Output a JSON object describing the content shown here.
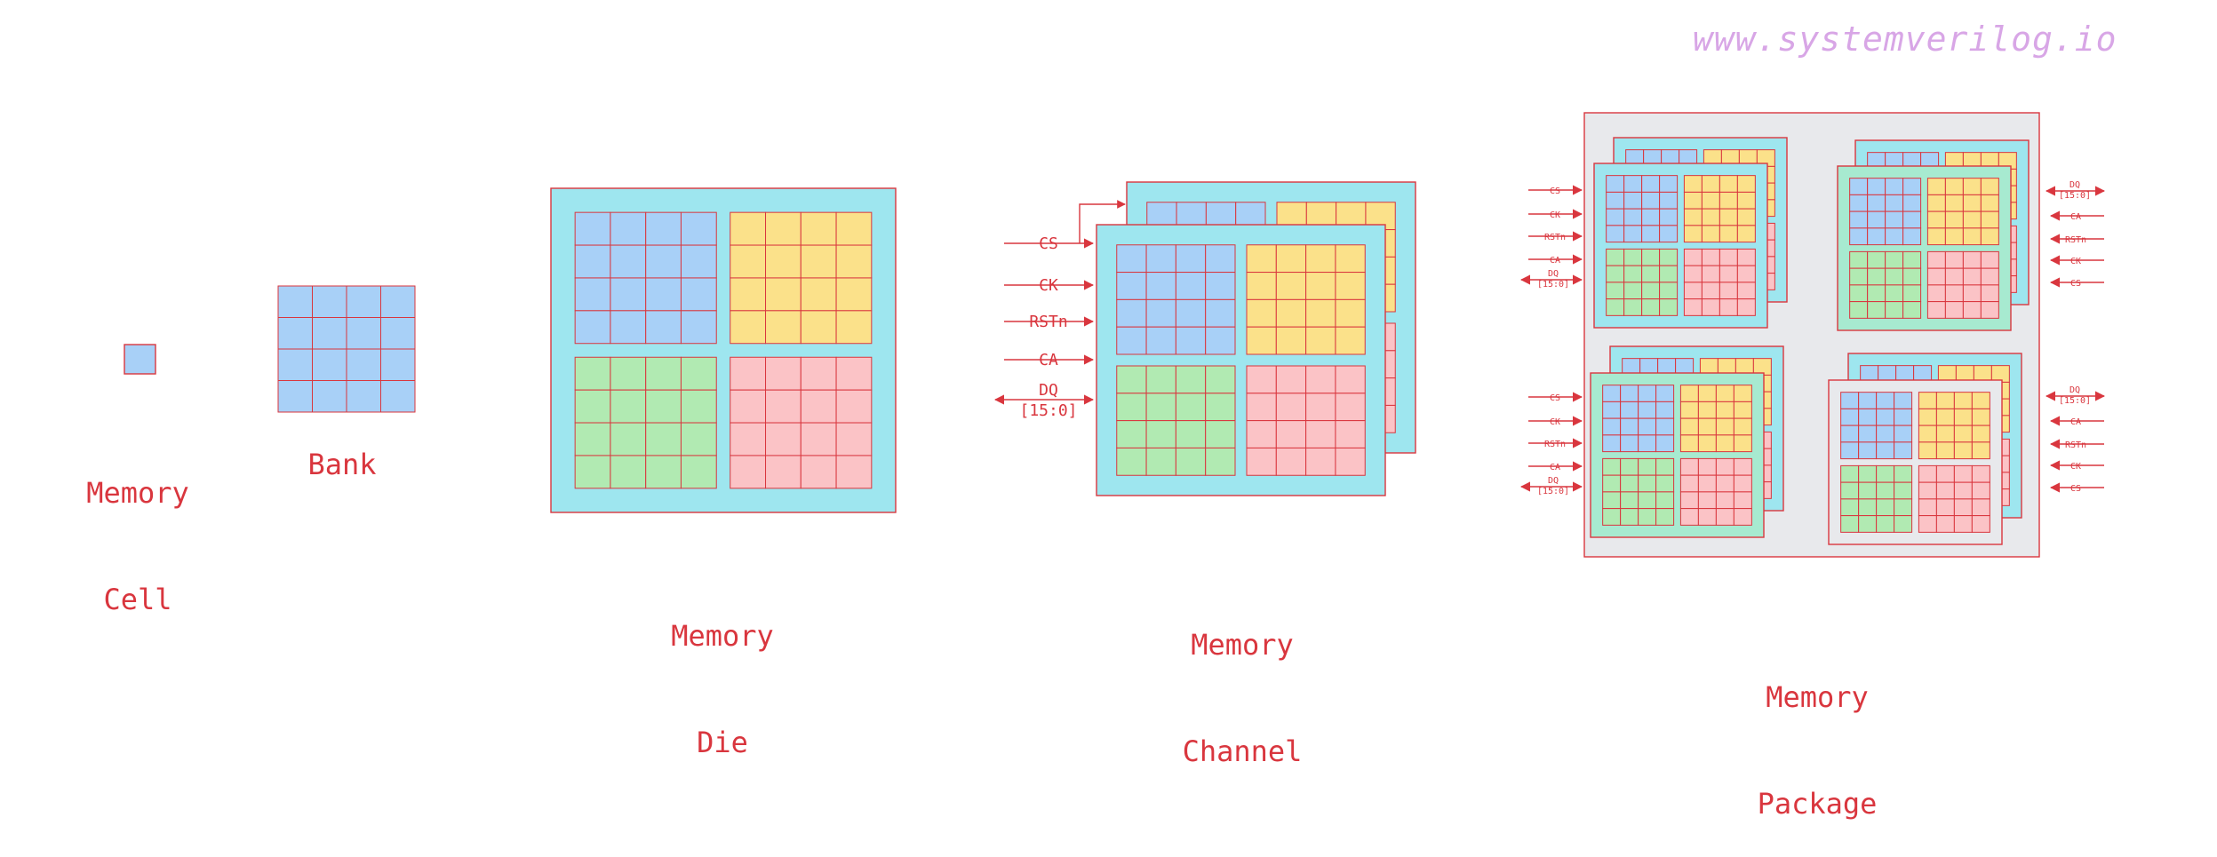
{
  "watermark": "www.systemverilog.io",
  "labels": {
    "cell": [
      "Memory",
      "Cell"
    ],
    "bank": "Bank",
    "die": [
      "Memory",
      "Die"
    ],
    "channel": [
      "Memory",
      "Channel"
    ],
    "package": [
      "Memory",
      "Package"
    ]
  },
  "channel_signals": [
    "CS",
    "CK",
    "RSTn",
    "CA",
    "DQ",
    "[15:0]"
  ],
  "package_left_signals": [
    "CS",
    "CK",
    "RSTn",
    "CA",
    "DQ",
    "[15:0]"
  ],
  "package_right_signals": [
    "DQ",
    "[15:0]",
    "CA",
    "RSTn",
    "CK",
    "CS"
  ],
  "colors": {
    "stroke": "#d9363e",
    "die_bg": "#9ee6ef",
    "die_bg_alt": "#a7ead0",
    "package_bg": "#e8e9ec",
    "bank_blue": "#a8d0f7",
    "bank_yellow": "#fbe18a",
    "bank_green": "#b1eab2",
    "bank_pink": "#fbc3c6"
  }
}
